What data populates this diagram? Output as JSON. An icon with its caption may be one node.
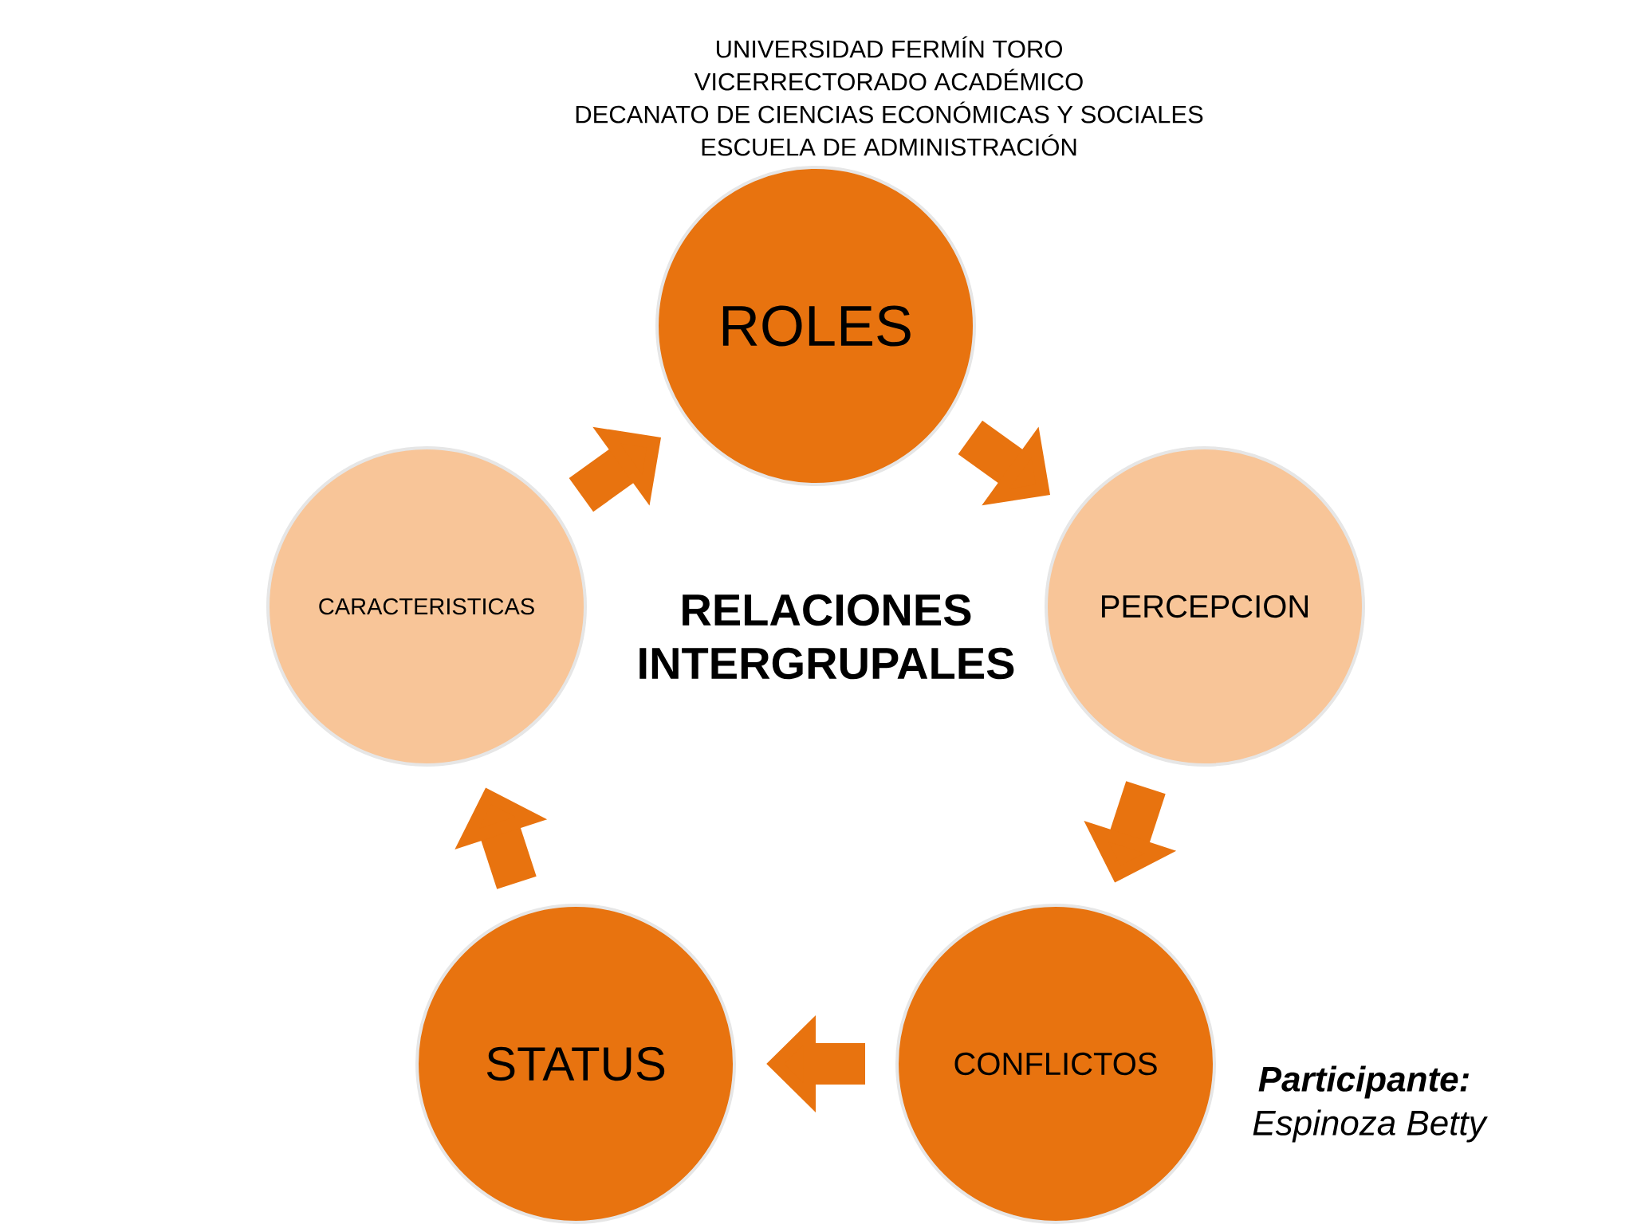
{
  "diagram": {
    "title": "RELACIONES INTERGRUPALES",
    "nodes": [
      {
        "text": [
          "ROLES"
        ]
      },
      {
        "text": [
          "PERCEPCION"
        ]
      },
      {
        "text": [
          "CONFLICTOS"
        ]
      },
      {
        "text": [
          "STATUS"
        ]
      },
      {
        "text": [
          "CARACTERISTICAS"
        ]
      }
    ],
    "edges": [
      {
        "from": 0,
        "to": 1,
        "arrow": "to"
      },
      {
        "from": 1,
        "to": 2,
        "arrow": "to"
      },
      {
        "from": 2,
        "to": 3,
        "arrow": "to"
      },
      {
        "from": 3,
        "to": 4,
        "arrow": "to"
      },
      {
        "from": 4,
        "to": 0,
        "arrow": "to"
      }
    ],
    "labels": [
      "UNIVERSIDAD FERMÍN TORO",
      "VICERRECTORADO ACADÉMICO",
      "DECANATO DE CIENCIAS ECONÓMICAS Y SOCIALES",
      "ESCUELA DE ADMINISTRACIÓN",
      "Participante:",
      "Espinoza Betty"
    ]
  }
}
